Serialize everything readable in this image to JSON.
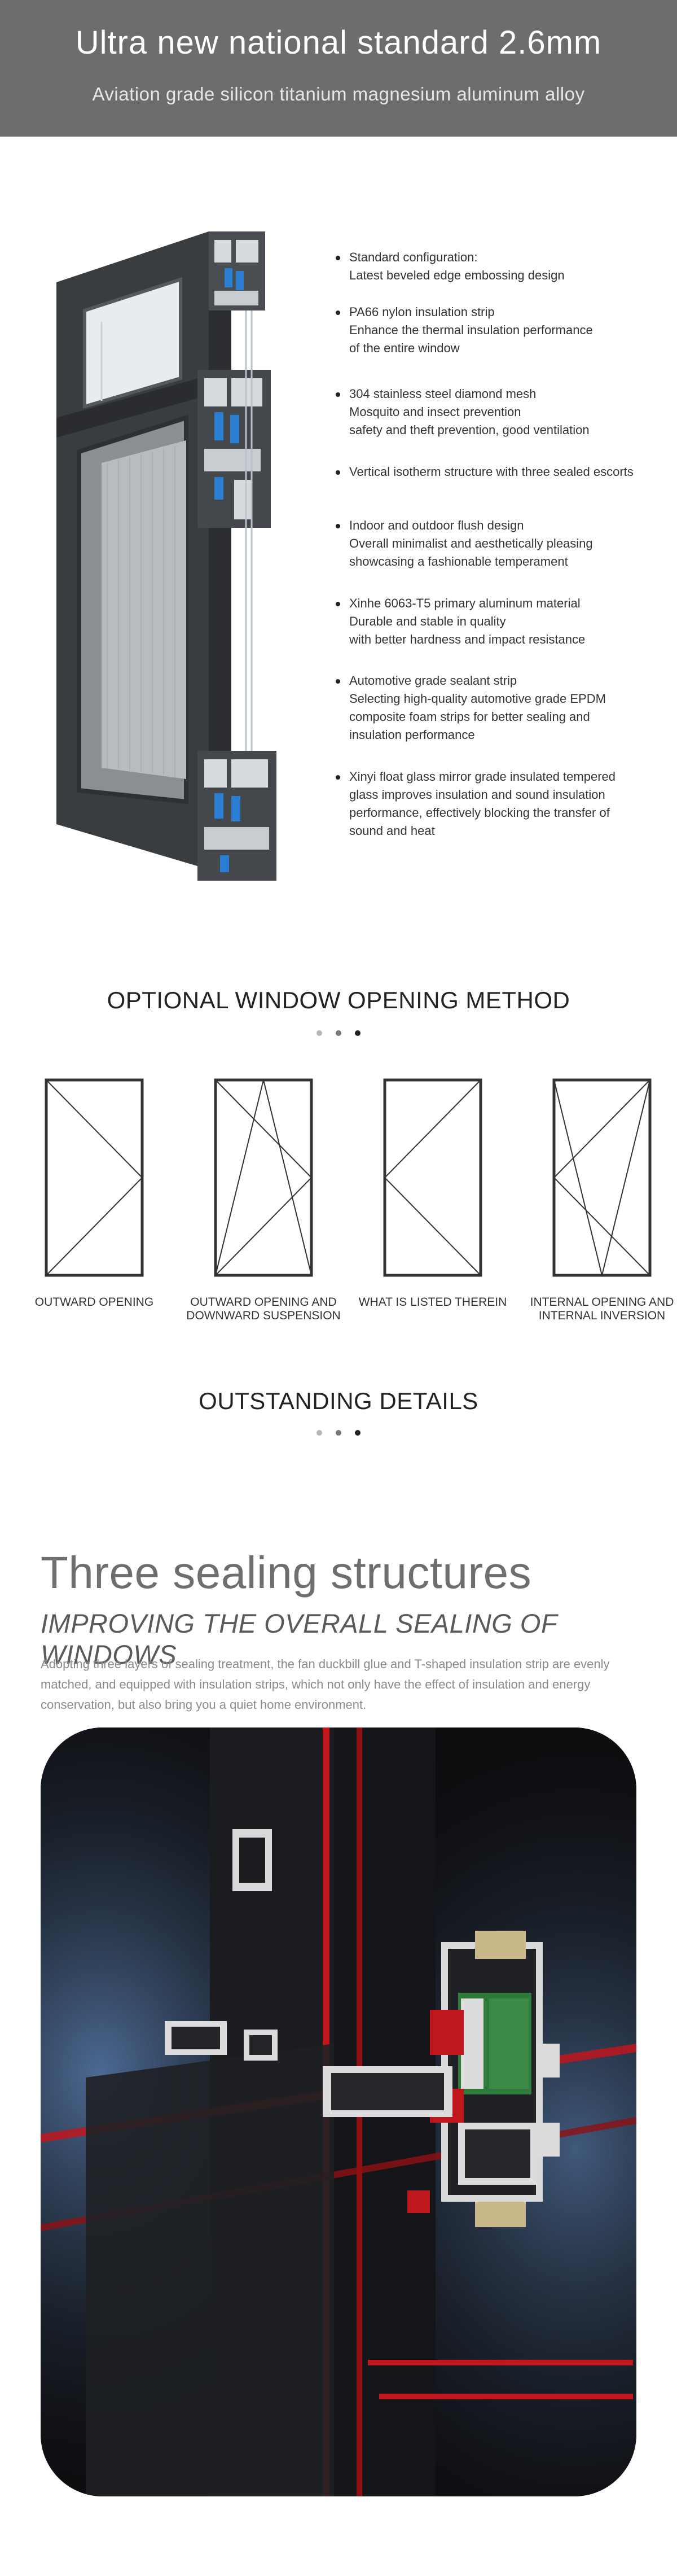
{
  "banner": {
    "title": "Ultra new national standard 2.6mm",
    "subtitle": "Aviation grade silicon titanium magnesium aluminum alloy"
  },
  "features": [
    {
      "text": "Standard configuration:\nLatest beveled edge embossing design"
    },
    {
      "text": "PA66 nylon insulation strip\nEnhance the thermal insulation performance\nof the entire window"
    },
    {
      "text": "304 stainless steel diamond mesh\nMosquito and insect prevention\nsafety and theft prevention, good ventilation"
    },
    {
      "text": "Vertical isotherm structure with three sealed escorts"
    },
    {
      "text": "Indoor and outdoor flush design\nOverall minimalist and aesthetically pleasing\nshowcasing a fashionable temperament"
    },
    {
      "text": "Xinhe 6063-T5 primary aluminum material\nDurable and stable in quality\nwith better hardness and impact resistance"
    },
    {
      "text": "Automotive grade sealant strip\nSelecting high-quality automotive grade EPDM\n composite foam strips for better sealing and\ninsulation performance"
    },
    {
      "text": "Xinyi float glass mirror grade insulated tempered\nglass improves insulation and sound insulation\nperformance, effectively blocking the transfer of\nsound and heat"
    }
  ],
  "opening": {
    "title": "OPTIONAL WINDOW OPENING METHOD",
    "methods": [
      {
        "label": "OUTWARD OPENING"
      },
      {
        "label": "OUTWARD OPENING AND\nDOWNWARD SUSPENSION"
      },
      {
        "label": "WHAT IS LISTED THEREIN"
      },
      {
        "label": "INTERNAL OPENING AND\nINTERNAL INVERSION"
      }
    ]
  },
  "details": {
    "title": "OUTSTANDING DETAILS"
  },
  "sealing": {
    "title": "Three sealing structures",
    "subtitle": "IMPROVING THE OVERALL SEALING OF WINDOWS",
    "description": "Adopting three layers of sealing treatment, the fan duckbill glue and T-shaped insulation strip are evenly matched, and equipped with insulation strips, which not only have the effect of insulation and energy conservation, but also bring you a quiet home environment."
  },
  "colors": {
    "banner": "#6d6d6d",
    "frame": "#3a3d40",
    "seal_red": "#c0161d",
    "insulation_blue": "#2a7fd4",
    "strip_green": "#2f7a3a"
  }
}
